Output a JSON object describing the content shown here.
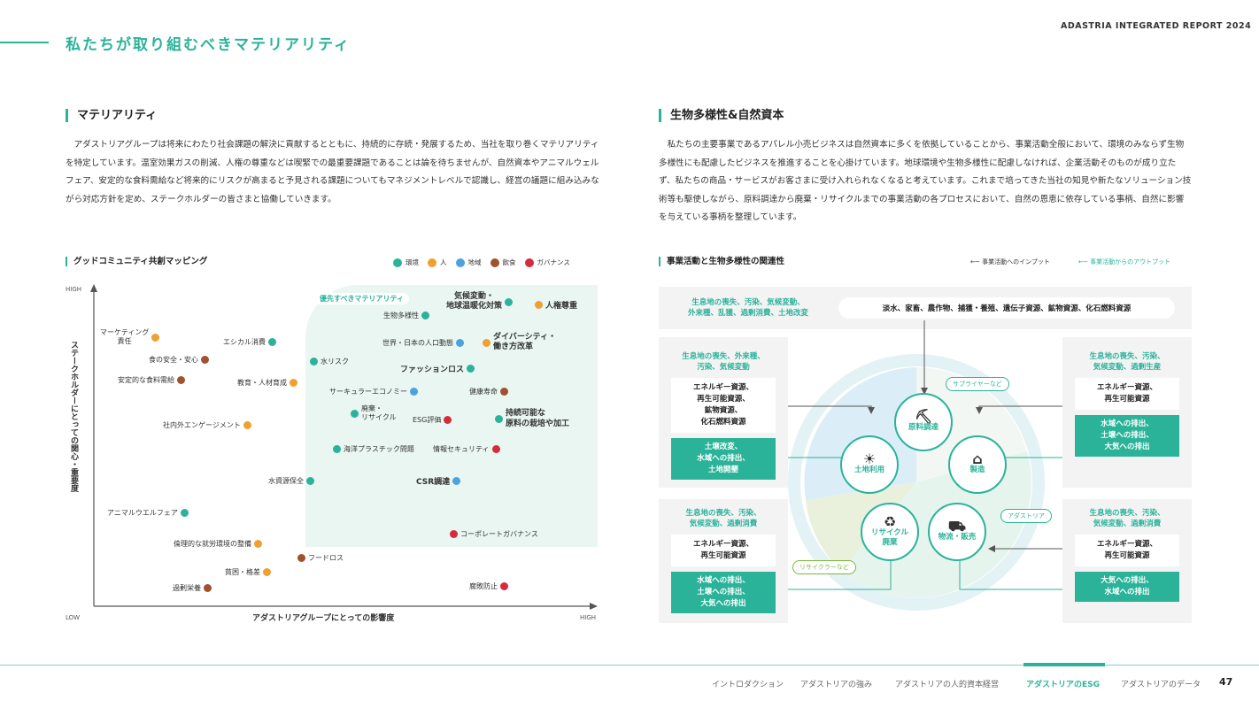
{
  "header": {
    "report_title": "ADASTRIA INTEGRATED REPORT 2024",
    "page_heading": "私たちが取り組むべきマテリアリティ"
  },
  "left": {
    "section_title": "マテリアリティ",
    "paragraph": "アダストリアグループは将来にわたり社会課題の解決に貢献するとともに、持続的に存続・発展するため、当社を取り巻くマテリアリティを特定しています。温室効果ガスの削減、人権の尊重などは喫緊での最重要課題であることは論を待ちませんが、自然資本やアニマルウェルフェア、安定的な食料需給など将来的にリスクが高まると予見される課題についてもマネジメントレベルで認識し、経営の議題に組み込みながら対応方針を定め、ステークホルダーの皆さまと協働していきます。",
    "map_title": "グッドコミュニティ共創マッピング",
    "legend": [
      "環境",
      "人",
      "地域",
      "飲食",
      "ガバナンス"
    ],
    "y_axis_label": "ステークホルダーにとっての関心・重要度",
    "x_axis_label": "アダストリアグループにとっての影響度",
    "y_high": "HIGH",
    "x_low": "LOW",
    "x_high": "HIGH",
    "priority_label": "優先すべきマテリアリティ",
    "items": {
      "climate": "気候変動・\n地球温暖化対策",
      "human_rights": "人権尊重",
      "biodiversity": "生物多様性",
      "marketing": "マーケティング\n責任",
      "ethical": "エシカル消費",
      "population": "世界・日本の人口動態",
      "diversity": "ダイバーシティ・\n働き方改革",
      "food_safety": "食の安全・安心",
      "water_risk": "水リスク",
      "fashion_loss": "ファッションロス",
      "food_supply": "安定的な食料需給",
      "education": "教育・人材育成",
      "circular": "サーキュラーエコノミー",
      "longevity": "健康寿命",
      "disposal": "廃棄・\nリサイクル",
      "esg": "ESG評価",
      "sustainable": "持続可能な\n原料の栽培や加工",
      "engagement": "社内外エンゲージメント",
      "plastic": "海洋プラスチック問題",
      "infosec": "情報セキュリティ",
      "water_cons": "水資源保全",
      "csr": "CSR調達",
      "animal": "アニマルウエルフェア",
      "corp_gov": "コーポレートガバナンス",
      "labor": "倫理的な就労環境の整備",
      "food_loss": "フードロス",
      "poverty": "貧困・格差",
      "overnutrition": "過剰栄養",
      "anticorruption": "腐敗防止"
    }
  },
  "right": {
    "section_title": "生物多様性&自然資本",
    "paragraph": "私たちの主要事業であるアパレル小売ビジネスは自然資本に多くを依拠していることから、事業活動全般において、環境のみならず生物多様性にも配慮したビジネスを推進することを心掛けています。地球環境や生物多様性に配慮しなければ、企業活動そのものが成り立たず、私たちの商品・サービスがお客さまに受け入れられなくなると考えています。これまで培ってきた当社の知見や新たなソリューション技術等も駆使しながら、原料調達から廃棄・リサイクルまでの事業活動の各プロセスにおいて、自然の恩恵に依存している事柄、自然に影響を与えている事柄を整理しています。",
    "diagram_title": "事業活動と生物多様性の関連性",
    "legend_input": "事業活動へのインプット",
    "legend_output": "事業活動からのアウトプット",
    "top_threat": "生息地の喪失、汚染、気候変動、\n外来種、乱獲、過剰消費、土地改変",
    "top_resources": "淡水、家畜、農作物、捕獲・養殖、遺伝子資源、鉱物資源、化石燃料資源",
    "boxes": {
      "tl": {
        "title": "生息地の喪失、外来種、\n汚染、気候変動",
        "inputs": "エネルギー資源、\n再生可能資源、\n鉱物資源、\n化石燃料資源",
        "outputs": "土壌改変、\n水域への排出、\n土地開墾"
      },
      "tr": {
        "title": "生息地の喪失、汚染、\n気候変動、過剰生産",
        "inputs": "エネルギー資源、\n再生可能資源",
        "outputs": "水域への排出、\n土壌への排出、\n大気への排出"
      },
      "bl": {
        "title": "生息地の喪失、汚染、\n気候変動、過剰消費",
        "inputs": "エネルギー資源、\n再生可能資源",
        "outputs": "水域への排出、\n土壌への排出、\n大気への排出"
      },
      "br": {
        "title": "生息地の喪失、汚染、\n気候変動、過剰消費",
        "inputs": "エネルギー資源、\n再生可能資源",
        "outputs": "大気への排出、\n水域への排出"
      }
    },
    "nodes": {
      "sourcing": "原料調達",
      "land": "土地利用",
      "manufacturing": "製造",
      "recycle": "リサイクル\n廃棄",
      "logistics": "物流・販売"
    },
    "pills": {
      "supplier": "サプライヤーなど",
      "adastria": "アダストリア",
      "recycler": "リサイクラーなど"
    }
  },
  "footer": {
    "nav": [
      "イントロダクション",
      "アダストリアの強み",
      "アダストリアの人的資本経営",
      "アダストリアのESG",
      "アダストリアのデータ"
    ],
    "page_number": "47"
  }
}
